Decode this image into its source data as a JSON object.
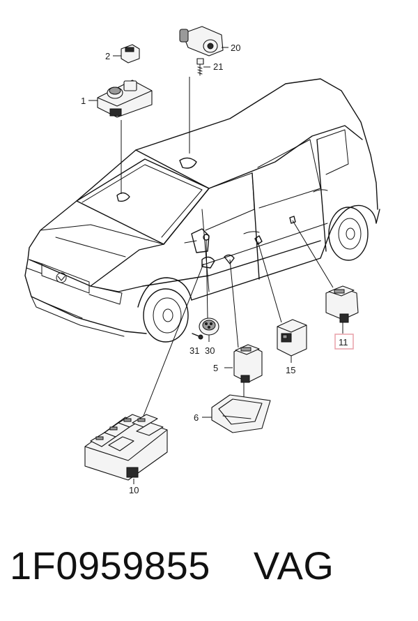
{
  "callouts": {
    "c1": "1",
    "c2": "2",
    "c5": "5",
    "c6": "6",
    "c10": "10",
    "c11": "11",
    "c15": "15",
    "c20": "20",
    "c21": "21",
    "c30": "30",
    "c31": "31"
  },
  "highlight_color": "#e8a0a8",
  "footer": {
    "part_number": "1F0959855",
    "brand": "VAG"
  }
}
